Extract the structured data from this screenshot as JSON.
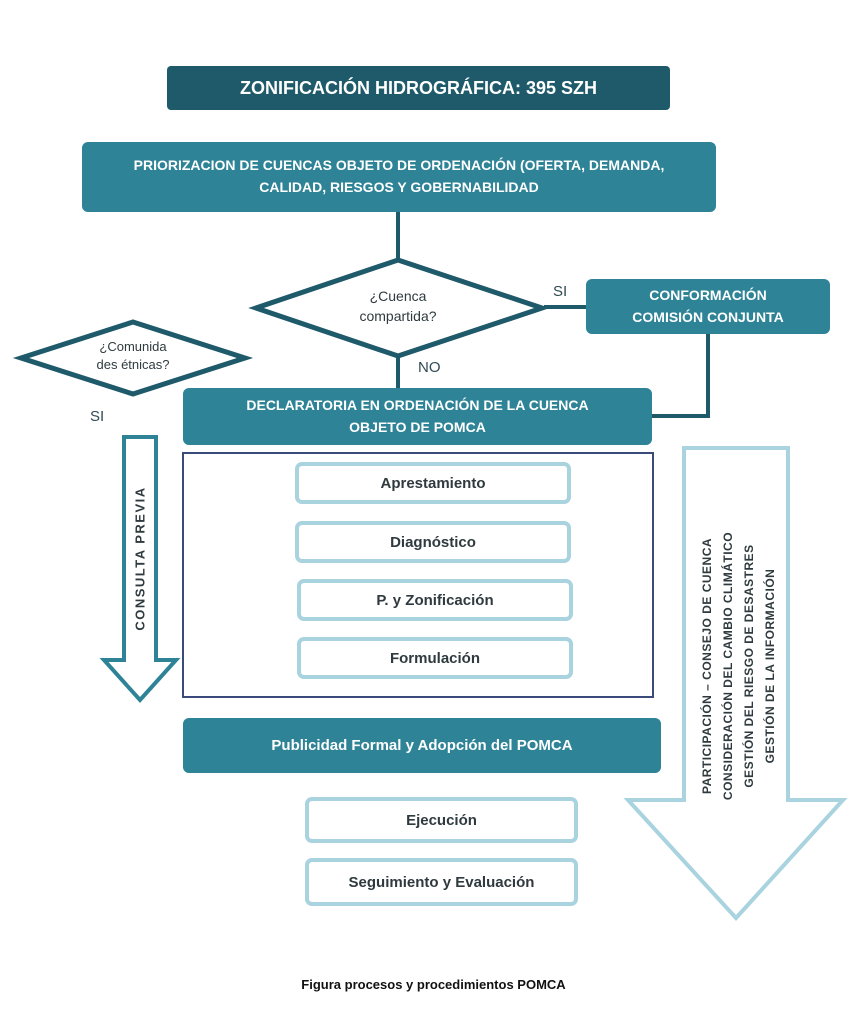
{
  "title": "ZONIFICACIÓN HIDROGRÁFICA: 395 SZH",
  "priorizacion": "PRIORIZACION  DE CUENCAS OBJETO DE ORDENACIÓN  (OFERTA, DEMANDA,\nCALIDAD,  RIESGOS Y GOBERNABILIDAD",
  "decision_cuenca": "¿Cuenca\ncompartida?",
  "decision_comunidades": "¿Comunida\ndes étnicas?",
  "labels": {
    "si_right": "SI",
    "no": "NO",
    "si_left": "SI"
  },
  "conformacion": "CONFORMACIÓN\nCOMISIÓN CONJUNTA",
  "declaratoria": "DECLARATORIA  EN ORDENACIÓN  DE LA CUENCA\nOBJETO DE POMCA",
  "phases": [
    "Aprestamiento",
    "Diagnóstico",
    "P. y Zonificación",
    "Formulación"
  ],
  "publicidad": "Publicidad Formal y Adopción del POMCA",
  "post": [
    "Ejecución",
    "Seguimiento y Evaluación"
  ],
  "consulta": "CONSULTA PREVIA",
  "transversal": [
    "PARTICIPACIÓN  – CONSEJO DE CUENCA",
    "CONSIDERACIÓN  DEL CAMBIO CLIMÁTICO",
    "GESTIÓN DEL RIESGO DE DESASTRES",
    "GESTIÓN DE LA INFORMACIÓN"
  ],
  "caption": "Figura procesos y procedimientos POMCA",
  "colors": {
    "dark": "#1f5a6b",
    "teal": "#2e8397",
    "light_border": "#a8d3df",
    "frame": "#3a4a7a"
  }
}
